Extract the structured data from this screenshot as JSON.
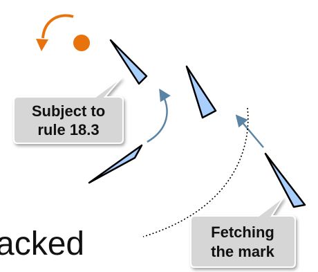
{
  "diagram": {
    "callouts": {
      "rule": {
        "line1": "Subject to",
        "line2": "rule 18.3"
      },
      "fetch": {
        "line1": "Fetching",
        "line2": "the mark"
      }
    },
    "partial_word": "acked",
    "colors": {
      "sail_fill": "#a9cfff",
      "sail_stroke": "#000000",
      "mark": "#e8720c",
      "rotation_arrow": "#e8720c",
      "track_arrow": "#5b84a4",
      "bubble_fill": "#d6d6d6",
      "bubble_stroke": "#ffffff"
    }
  }
}
